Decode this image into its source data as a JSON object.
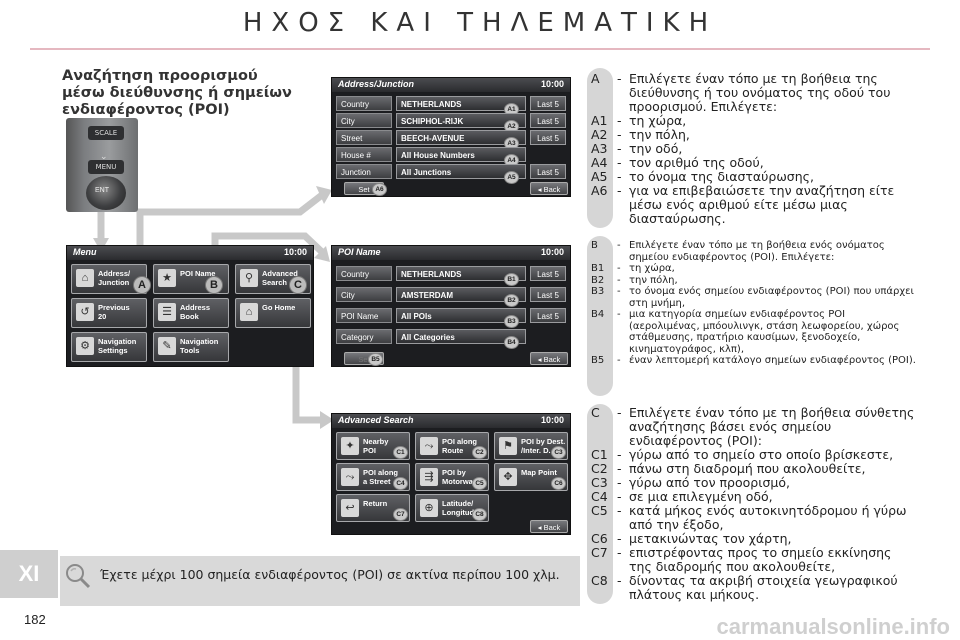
{
  "page": {
    "title": "ΗΧΟΣ ΚΑΙ ΤΗΛΕΜΑΤΙΚΗ",
    "number": "182",
    "chapter": "XI",
    "watermark": "carmanualsonline.info"
  },
  "section": {
    "title_line1": "Αναζήτηση προορισμού",
    "title_line2": "μέσω διεύθυνσης ή σημείων",
    "title_line3": "ενδιαφέροντος (POI)"
  },
  "control": {
    "scale": "SCALE",
    "menu": "MENU",
    "chevron": "⌄",
    "ent": "ENT"
  },
  "screen_address": {
    "title": "Address/Junction",
    "time": "10:00",
    "rows": [
      {
        "label": "Country",
        "value": "NETHERLANDS",
        "tag": "A1",
        "last": "Last 5"
      },
      {
        "label": "City",
        "value": "SCHIPHOL-RIJK",
        "tag": "A2",
        "last": "Last 5"
      },
      {
        "label": "Street",
        "value": "BEECH-AVENUE",
        "tag": "A3",
        "last": "Last 5"
      },
      {
        "label": "House #",
        "value": "All House Numbers",
        "tag": "A4",
        "last": ""
      },
      {
        "label": "Junction",
        "value": "All Junctions",
        "tag": "A5",
        "last": "Last 5"
      }
    ],
    "set": "Set",
    "set_tag": "A6",
    "back": "Back"
  },
  "screen_menu": {
    "title": "Menu",
    "time": "10:00",
    "tiles": [
      {
        "label1": "Address/",
        "label2": "Junction",
        "icon": "⌂"
      },
      {
        "label1": "POI Name",
        "label2": "",
        "icon": "★"
      },
      {
        "label1": "Advanced",
        "label2": "Search",
        "icon": "⚲"
      },
      {
        "label1": "Previous",
        "label2": "20",
        "icon": "↺"
      },
      {
        "label1": "Address",
        "label2": "Book",
        "icon": "☰"
      },
      {
        "label1": "Go Home",
        "label2": "",
        "icon": "⌂"
      },
      {
        "label1": "Navigation",
        "label2": "Settings",
        "icon": "⚙"
      },
      {
        "label1": "Navigation",
        "label2": "Tools",
        "icon": "✎"
      }
    ],
    "tag_a": "A",
    "tag_b": "B",
    "tag_c": "C"
  },
  "screen_poi": {
    "title": "POI Name",
    "time": "10:00",
    "rows": [
      {
        "label": "Country",
        "value": "NETHERLANDS",
        "tag": "B1",
        "last": "Last 5"
      },
      {
        "label": "City",
        "value": "AMSTERDAM",
        "tag": "B2",
        "last": "Last 5"
      },
      {
        "label": "POI Name",
        "value": "All POIs",
        "tag": "B3",
        "last": "Last 5"
      },
      {
        "label": "Category",
        "value": "All Categories",
        "tag": "B4",
        "last": ""
      }
    ],
    "set": "Set",
    "set_tag": "B5",
    "back": "Back"
  },
  "screen_advanced": {
    "title": "Advanced Search",
    "time": "10:00",
    "tiles": [
      {
        "label1": "Nearby",
        "label2": "POI",
        "tag": "C1",
        "icon": "✦"
      },
      {
        "label1": "POI along",
        "label2": "Route",
        "tag": "C2",
        "icon": "⤳"
      },
      {
        "label1": "POI by Dest.",
        "label2": "/Inter. D.",
        "tag": "C3",
        "icon": "⚑"
      },
      {
        "label1": "POI along",
        "label2": "a Street",
        "tag": "C4",
        "icon": "⤳"
      },
      {
        "label1": "POI by",
        "label2": "Motorway",
        "tag": "C5",
        "icon": "⇶"
      },
      {
        "label1": "Map Point",
        "label2": "",
        "tag": "C6",
        "icon": "✥"
      },
      {
        "label1": "Return",
        "label2": "",
        "tag": "C7",
        "icon": "↩"
      },
      {
        "label1": "Latitude/",
        "label2": "Longitude",
        "tag": "C8",
        "icon": "⊕"
      }
    ],
    "back": "Back"
  },
  "legend_a": [
    {
      "key": "A",
      "text": "Επιλέγετε έναν τόπο με τη βοήθεια της διεύθυνσης ή του ονόματος της οδού του προορισμού. Επιλέγετε:"
    },
    {
      "key": "A1",
      "text": "τη χώρα,"
    },
    {
      "key": "A2",
      "text": "την πόλη,"
    },
    {
      "key": "A3",
      "text": "την οδό,"
    },
    {
      "key": "A4",
      "text": "τον αριθμό της οδού,"
    },
    {
      "key": "A5",
      "text": "το όνομα της διασταύρωσης,"
    },
    {
      "key": "A6",
      "text": "για να επιβεβαιώσετε την αναζήτηση είτε μέσω ενός αριθμού είτε μέσω μιας διασταύρωσης."
    }
  ],
  "legend_b": [
    {
      "key": "B",
      "text": "Επιλέγετε έναν τόπο με τη βοήθεια ενός ονόματος σημείου ενδιαφέροντος (POI). Επιλέγετε:"
    },
    {
      "key": "B1",
      "text": "τη χώρα,"
    },
    {
      "key": "B2",
      "text": "την πόλη,"
    },
    {
      "key": "B3",
      "text": "το όνομα ενός σημείου ενδιαφέροντος (POI) που υπάρχει στη μνήμη,"
    },
    {
      "key": "B4",
      "text": "μια κατηγορία σημείων ενδιαφέροντος POI (αερολιμένας, μπόουλινγκ, στάση λεωφορείου, χώρος στάθμευσης, πρατήριο καυσίμων, ξενοδοχείο, κινηματογράφος, κλπ),"
    },
    {
      "key": "B5",
      "text": "έναν λεπτομερή κατάλογο σημείων ενδιαφέροντος (POI)."
    }
  ],
  "legend_c": [
    {
      "key": "C",
      "text": "Επιλέγετε έναν τόπο με τη βοήθεια σύνθετης αναζήτησης βάσει ενός σημείου ενδιαφέροντος (POI):"
    },
    {
      "key": "C1",
      "text": "γύρω από το σημείο στο οποίο βρίσκεστε,"
    },
    {
      "key": "C2",
      "text": "πάνω στη διαδρομή που ακολουθείτε,"
    },
    {
      "key": "C3",
      "text": "γύρω από τον προορισμό,"
    },
    {
      "key": "C4",
      "text": "σε μια επιλεγμένη οδό,"
    },
    {
      "key": "C5",
      "text": "κατά μήκος ενός αυτοκινητόδρομου ή γύρω από την έξοδο,"
    },
    {
      "key": "C6",
      "text": "μετακινώντας τον χάρτη,"
    },
    {
      "key": "C7",
      "text": "επιστρέφοντας προς το σημείο εκκίνησης της διαδρομής που ακολουθείτε,"
    },
    {
      "key": "C8",
      "text": "δίνοντας τα ακριβή στοιχεία γεωγραφικού πλάτους και μήκους."
    }
  ],
  "note": {
    "text": "Έχετε μέχρι 100 σημεία ενδιαφέροντος (POI) σε ακτίνα περίπου 100 χλμ."
  },
  "colors": {
    "arrow": "#c8c8c8",
    "rule": "#e5b8c0",
    "strip": "#d6d6d6"
  }
}
